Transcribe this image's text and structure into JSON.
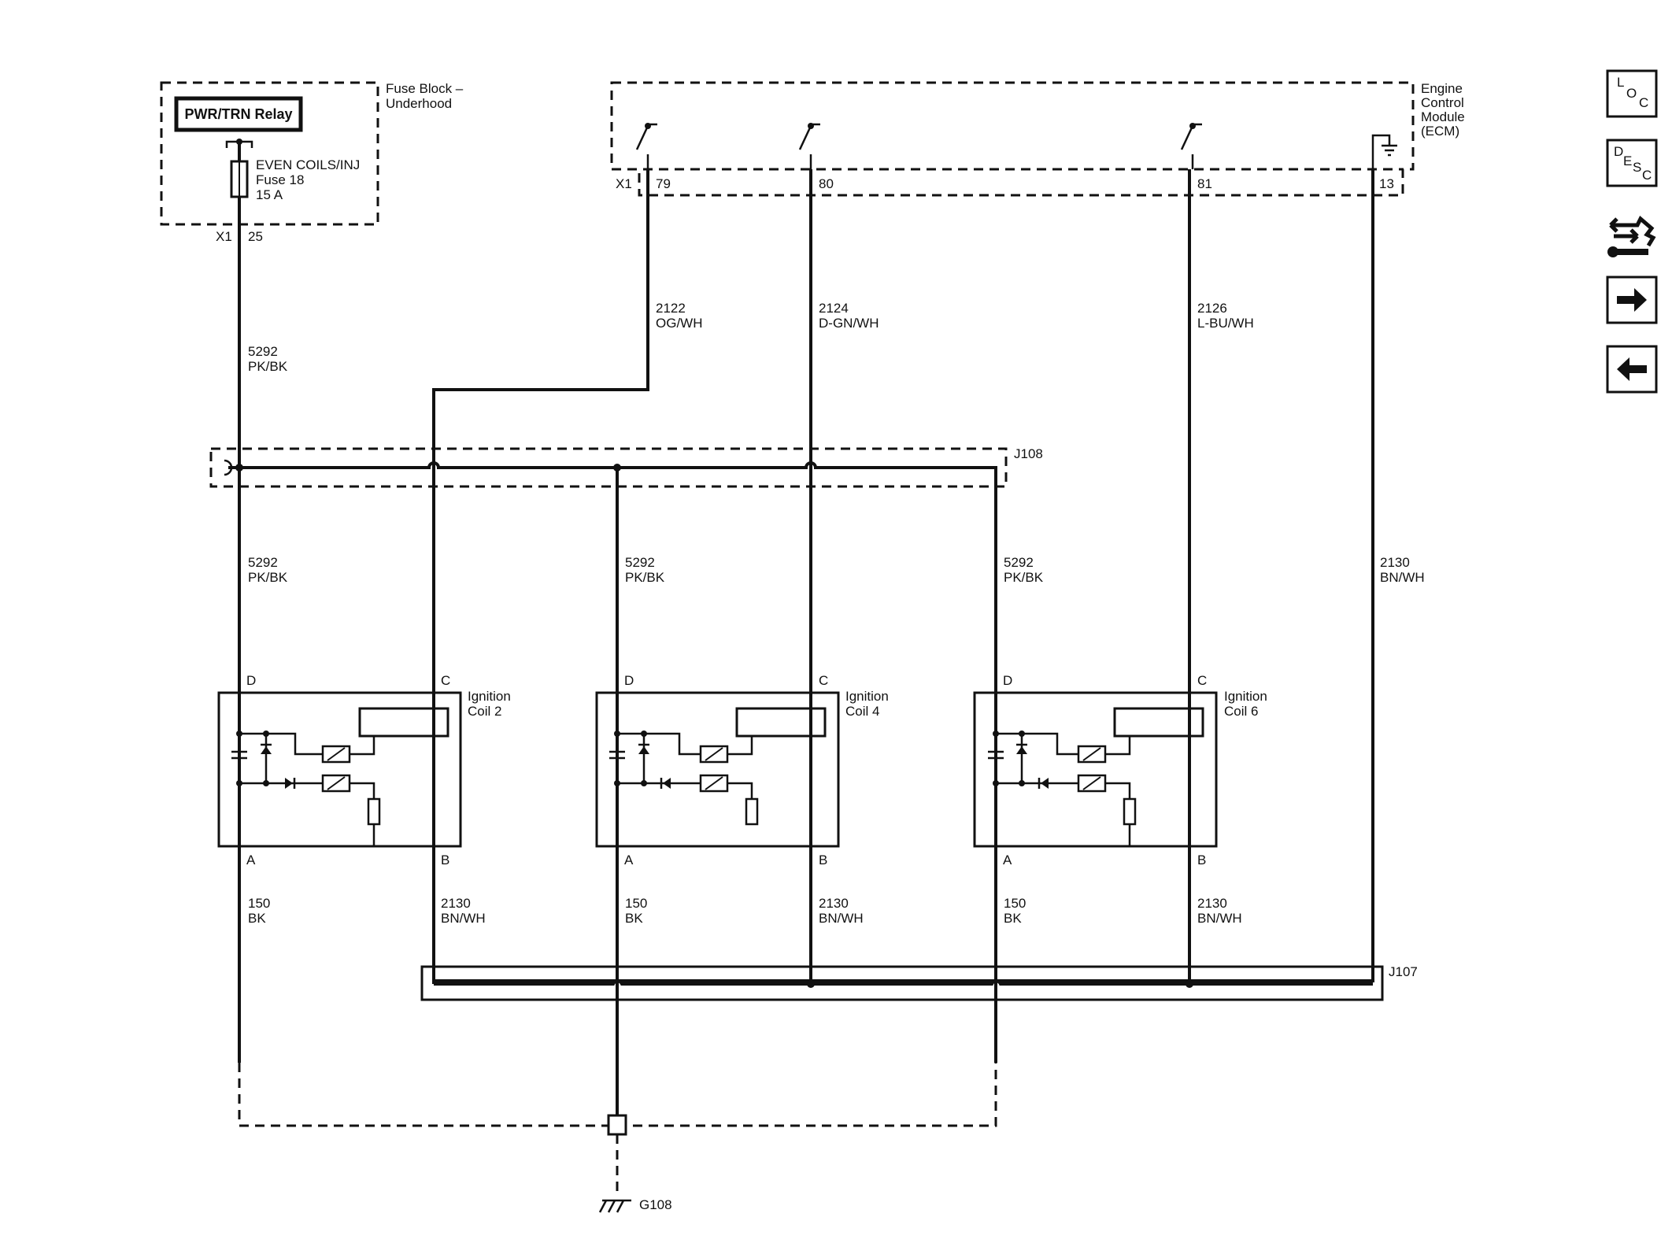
{
  "fuse_block": {
    "title_line1": "Fuse Block –",
    "title_line2": "Underhood",
    "relay_label": "PWR/TRN Relay",
    "fuse_name": "EVEN COILS/INJ",
    "fuse_number": "Fuse 18",
    "fuse_rating": "15 A",
    "connector": "X1",
    "pin": "25"
  },
  "ecm": {
    "title_line1": "Engine",
    "title_line2": "Control",
    "title_line3": "Module",
    "title_line4": "(ECM)",
    "connector": "X1",
    "pins": [
      "79",
      "80",
      "81",
      "13"
    ]
  },
  "ecm_wires": [
    {
      "circuit": "2122",
      "color": "OG/WH"
    },
    {
      "circuit": "2124",
      "color": "D-GN/WH"
    },
    {
      "circuit": "2126",
      "color": "L-BU/WH"
    }
  ],
  "power_wire": {
    "circuit": "5292",
    "color": "PK/BK"
  },
  "ground_ref_wire": {
    "circuit": "2130",
    "color": "BN/WH"
  },
  "splices": {
    "upper": "J108",
    "lower": "J107"
  },
  "ground": {
    "label": "G108"
  },
  "coils": [
    {
      "name_line1": "Ignition",
      "name_line2": "Coil 2",
      "pin_d": "D",
      "pin_c": "C",
      "pin_a": "A",
      "pin_b": "B",
      "feed": {
        "circuit": "5292",
        "color": "PK/BK"
      },
      "a_wire": {
        "circuit": "150",
        "color": "BK"
      },
      "b_wire": {
        "circuit": "2130",
        "color": "BN/WH"
      }
    },
    {
      "name_line1": "Ignition",
      "name_line2": "Coil 4",
      "pin_d": "D",
      "pin_c": "C",
      "pin_a": "A",
      "pin_b": "B",
      "feed": {
        "circuit": "5292",
        "color": "PK/BK"
      },
      "a_wire": {
        "circuit": "150",
        "color": "BK"
      },
      "b_wire": {
        "circuit": "2130",
        "color": "BN/WH"
      }
    },
    {
      "name_line1": "Ignition",
      "name_line2": "Coil 6",
      "pin_d": "D",
      "pin_c": "C",
      "pin_a": "A",
      "pin_b": "B",
      "feed": {
        "circuit": "5292",
        "color": "PK/BK"
      },
      "a_wire": {
        "circuit": "150",
        "color": "BK"
      },
      "b_wire": {
        "circuit": "2130",
        "color": "BN/WH"
      }
    }
  ],
  "nav": {
    "loc": {
      "l": "L",
      "o": "O",
      "c": "C",
      "icon": "location-icon"
    },
    "desc": {
      "d": "D",
      "e": "E",
      "s": "S",
      "c": "C",
      "icon": "description-icon"
    },
    "connector_icon": "connector-wrench-icon",
    "next_icon": "arrow-right-icon",
    "prev_icon": "arrow-left-icon"
  }
}
